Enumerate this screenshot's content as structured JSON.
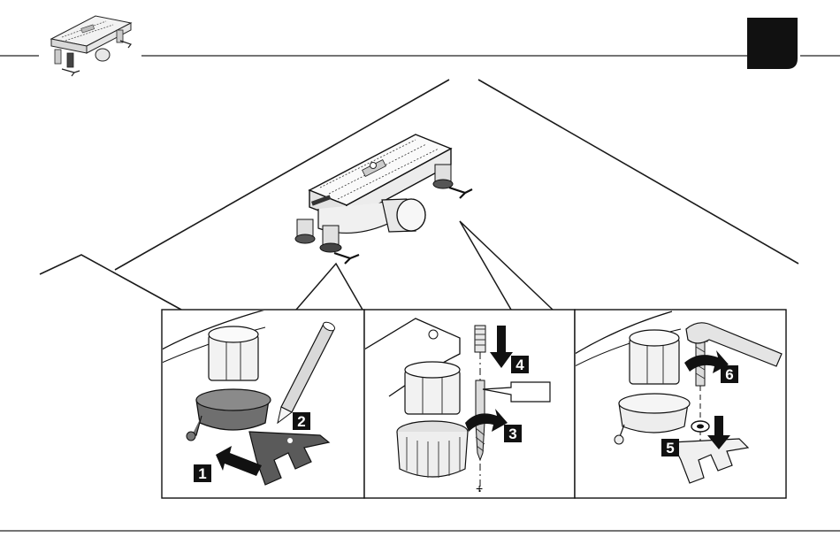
{
  "header": {
    "section_tab_color": "#111111",
    "product_thumbnail_icon": "shower-channel-thumbnail-icon"
  },
  "illustration": {
    "overview_icon": "shower-channel-assembly-icon",
    "panels": [
      {
        "icon": "adjustable-foot-mark-icon",
        "steps": [
          {
            "number": "1",
            "icon": "push-arrow-icon"
          },
          {
            "number": "2",
            "icon": "pencil-icon"
          }
        ]
      },
      {
        "icon": "drill-and-dowel-icon",
        "steps": [
          {
            "number": "4",
            "icon": "insert-dowel-arrow-icon"
          },
          {
            "number": "3",
            "icon": "drill-rotation-icon"
          }
        ]
      },
      {
        "icon": "wrench-fixing-icon",
        "steps": [
          {
            "number": "6",
            "icon": "wrench-rotation-icon"
          },
          {
            "number": "5",
            "icon": "washer-drop-arrow-icon"
          }
        ]
      }
    ],
    "badge_color": "#111111",
    "line_color": "#1a1a1a",
    "center_mark": "+"
  }
}
